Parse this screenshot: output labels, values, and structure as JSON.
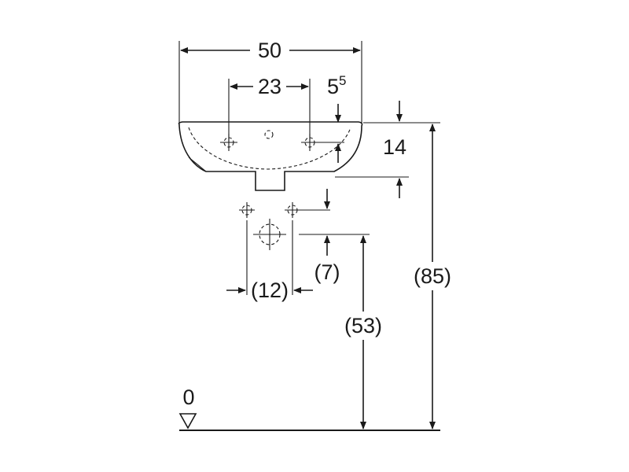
{
  "drawing": {
    "dimensions": {
      "width_total": "50",
      "tap_hole_spacing": "23",
      "edge_offset": "5",
      "edge_offset_superscript": "5",
      "basin_depth": "14",
      "outlet_spacing": "(12)",
      "waste_offset": "(7)",
      "waste_height": "(53)",
      "rim_height": "(85)",
      "floor_level": "0"
    }
  }
}
